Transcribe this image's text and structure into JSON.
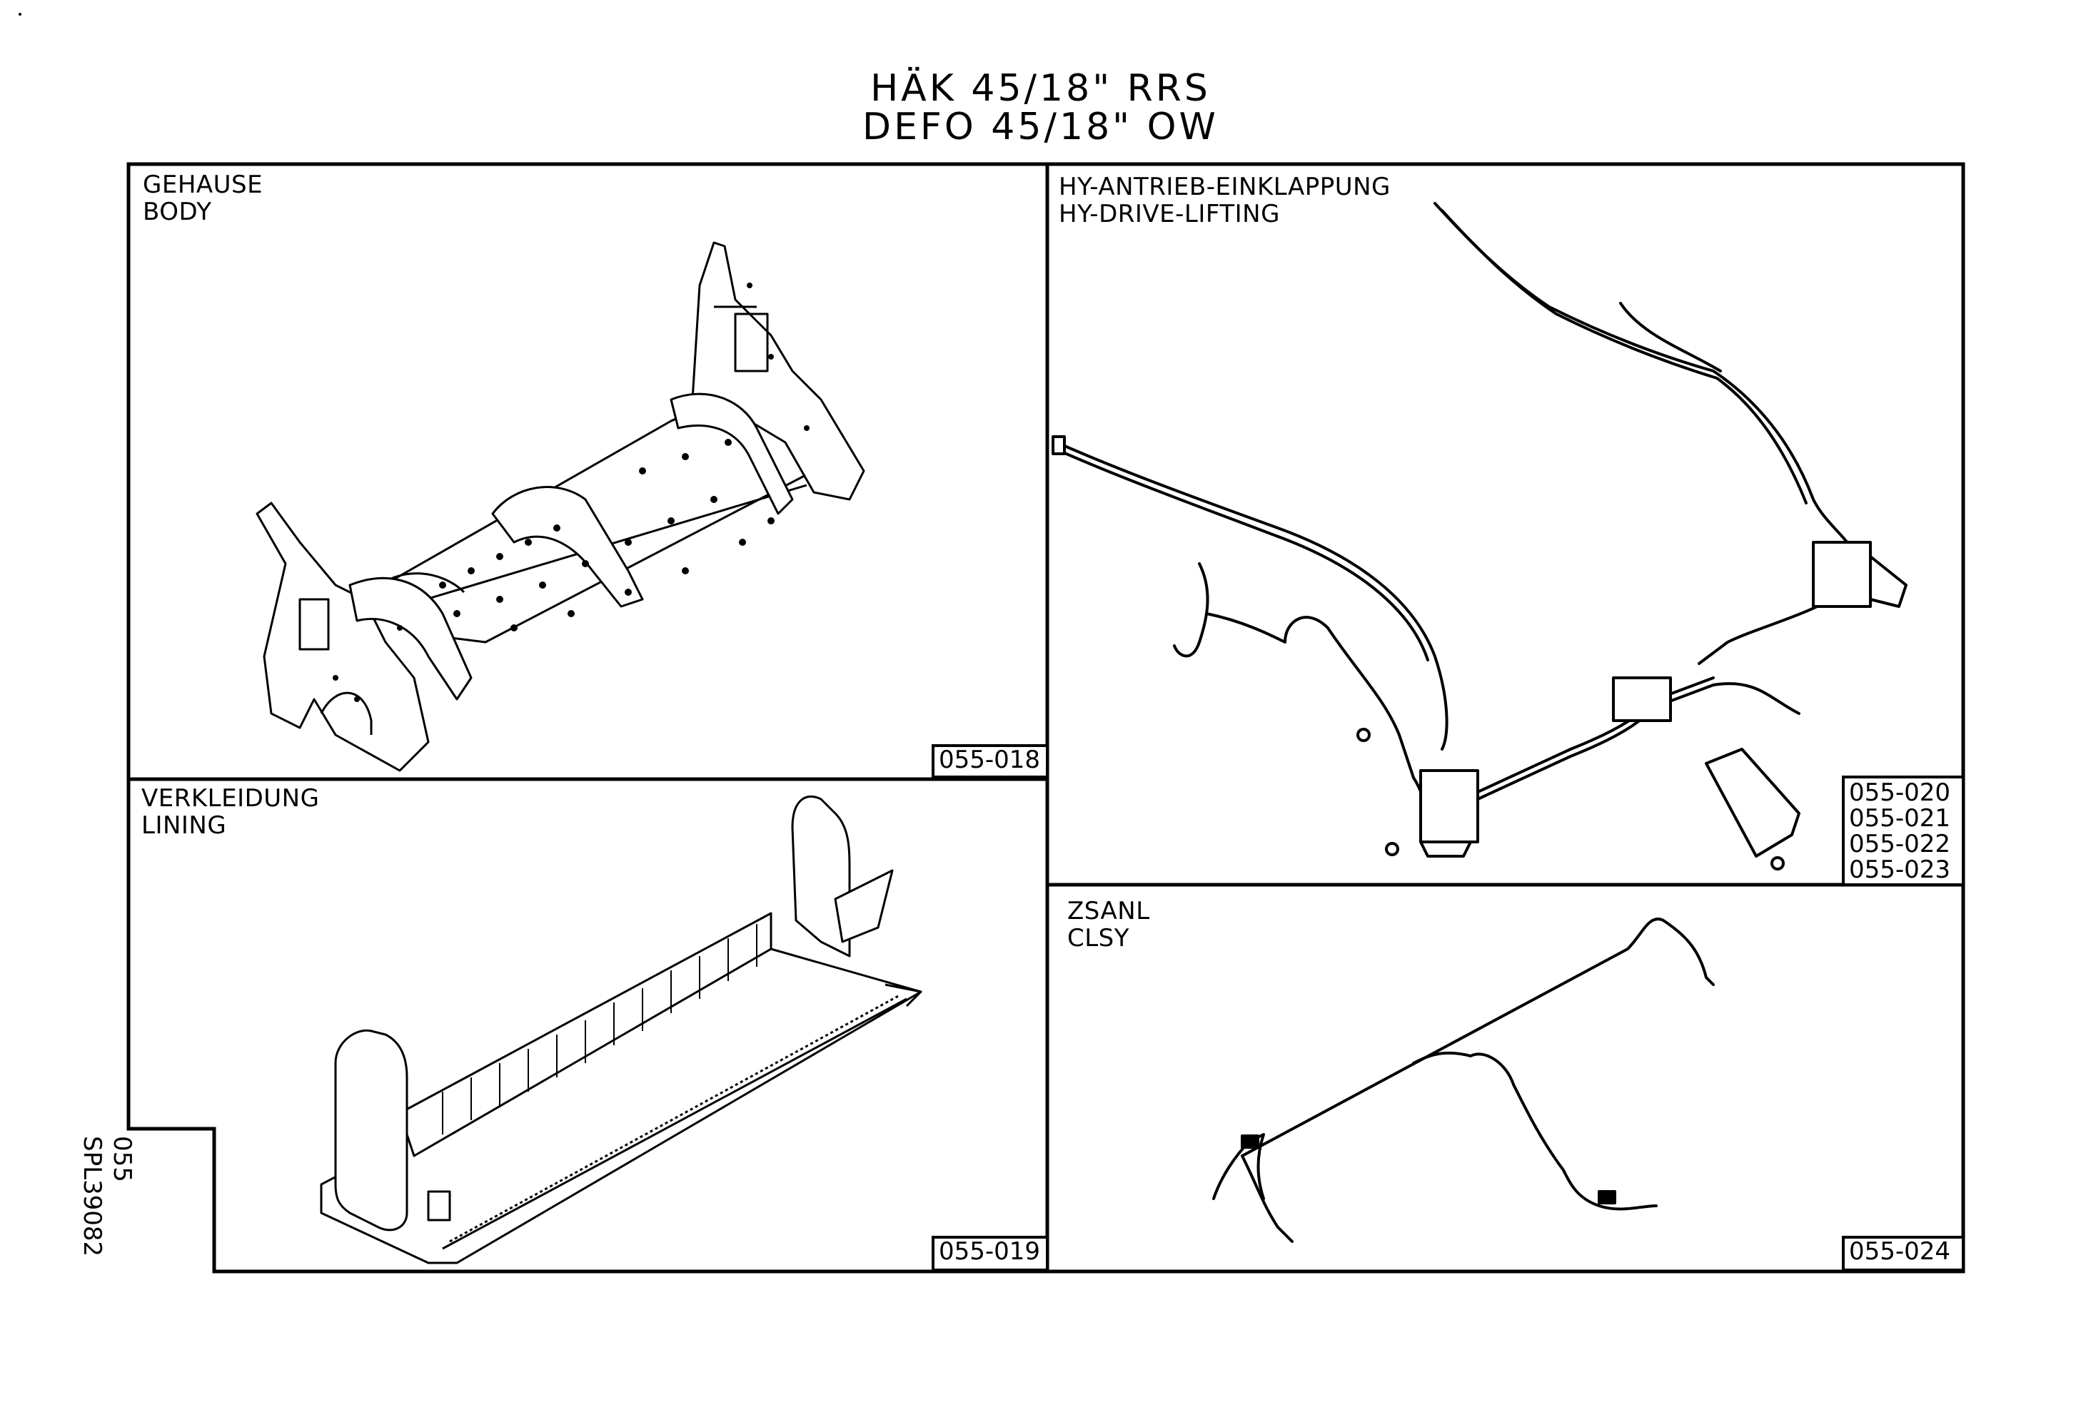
{
  "title": {
    "line1": "HÄK 45/18\" RRS",
    "line2": "DEFO 45/18\" OW"
  },
  "panels": {
    "body": {
      "label_de": "GEHAUSE",
      "label_en": "BODY",
      "codes": [
        "055-018"
      ]
    },
    "lining": {
      "label_de": "VERKLEIDUNG",
      "label_en": "LINING",
      "codes": [
        "055-019"
      ]
    },
    "hydraulic": {
      "label_de": "HY-ANTRIEB-EINKLAPPUNG",
      "label_en": "HY-DRIVE-LIFTING",
      "codes": [
        "055-020",
        "055-021",
        "055-022",
        "055-023"
      ]
    },
    "clsy": {
      "label_de": "ZSANL",
      "label_en": "CLSY",
      "codes": [
        "055-024"
      ]
    }
  },
  "sheet": {
    "number": "055",
    "drawing_id": "SPL39082"
  }
}
